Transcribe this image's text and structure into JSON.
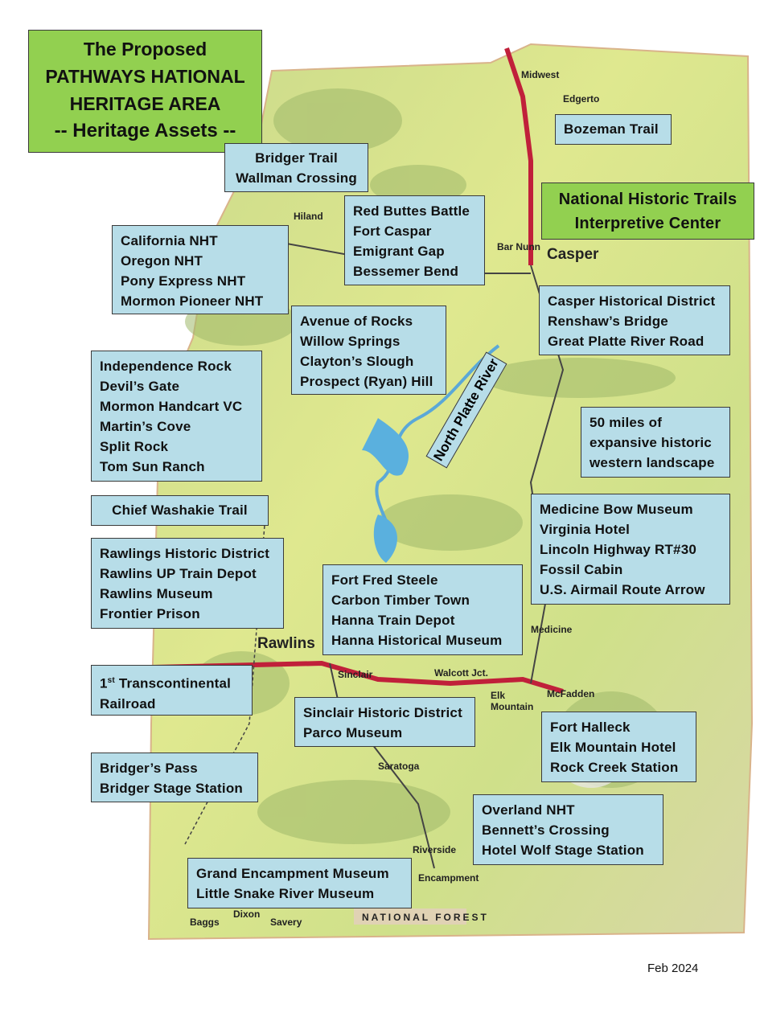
{
  "title": {
    "lines": [
      "The Proposed",
      "PATHWAYS HATIONAL",
      "HERITAGE AREA",
      "-- Heritage Assets --"
    ]
  },
  "river_label": "North Platte River",
  "boxes": {
    "bridger_trail": [
      "Bridger Trail",
      "Wallman Crossing"
    ],
    "bozeman": [
      "Bozeman Trail"
    ],
    "red_buttes": [
      "Red Buttes Battle",
      "Fort Caspar",
      "Emigrant Gap",
      "Bessemer Bend"
    ],
    "interpretive_center": [
      "National Historic Trails",
      "Interpretive Center"
    ],
    "nht": [
      "California NHT",
      "Oregon NHT",
      "Pony Express NHT",
      "Mormon Pioneer NHT"
    ],
    "casper": [
      "Casper Historical District",
      "Renshaw’s Bridge",
      "Great Platte River Road"
    ],
    "avenue": [
      "Avenue of Rocks",
      "Willow Springs",
      "Clayton’s Slough",
      "Prospect (Ryan) Hill"
    ],
    "independence": [
      "Independence Rock",
      "Devil’s Gate",
      "Mormon Handcart VC",
      "Martin’s Cove",
      "Split Rock",
      "Tom Sun Ranch"
    ],
    "fifty_miles": [
      "50 miles of",
      "expansive historic",
      "western landscape"
    ],
    "washakie": [
      "Chief Washakie Trail"
    ],
    "medicine_bow": [
      "Medicine Bow Museum",
      "Virginia Hotel",
      "Lincoln Highway RT#30",
      "Fossil Cabin",
      "U.S. Airmail Route Arrow"
    ],
    "rawlins": [
      "Rawlings Historic District",
      "Rawlins UP Train Depot",
      "Rawlins Museum",
      "Frontier Prison"
    ],
    "fort_steele": [
      "Fort Fred Steele",
      "Carbon Timber Town",
      "Hanna Train Depot",
      "Hanna Historical Museum"
    ],
    "transcontinental": {
      "sup_prefix": "1",
      "sup": "st",
      "line1_rest": " Transcontinental",
      "line2": "Railroad"
    },
    "sinclair": [
      "Sinclair Historic District",
      "Parco Museum"
    ],
    "halleck": [
      "Fort Halleck",
      "Elk Mountain Hotel",
      "Rock Creek Station"
    ],
    "bridgers_pass": [
      "Bridger’s Pass",
      "Bridger Stage Station"
    ],
    "overland": [
      "Overland NHT",
      "Bennett’s Crossing",
      "Hotel Wolf Stage Station"
    ],
    "encampment": [
      "Grand Encampment Museum",
      "Little Snake River Museum"
    ]
  },
  "map_labels": {
    "midwest": "Midwest",
    "edgerton": "Edgerto",
    "casper": "Casper",
    "bar_nunn": "Bar Nunn",
    "hiland": "Hiland",
    "rawlins": "Rawlins",
    "sinclair": "Sinclair",
    "walcott": "Walcott Jct.",
    "medicine": "Medicine",
    "mcfadden": "McFadden",
    "elk_mountain": "Elk Mountain",
    "saratoga": "Saratoga",
    "riverside": "Riverside",
    "encampment": "Encampment",
    "baggs": "Baggs",
    "dixon": "Dixon",
    "savery": "Savery",
    "national_forest": "NATIONAL FOREST"
  },
  "date": "Feb 2024"
}
